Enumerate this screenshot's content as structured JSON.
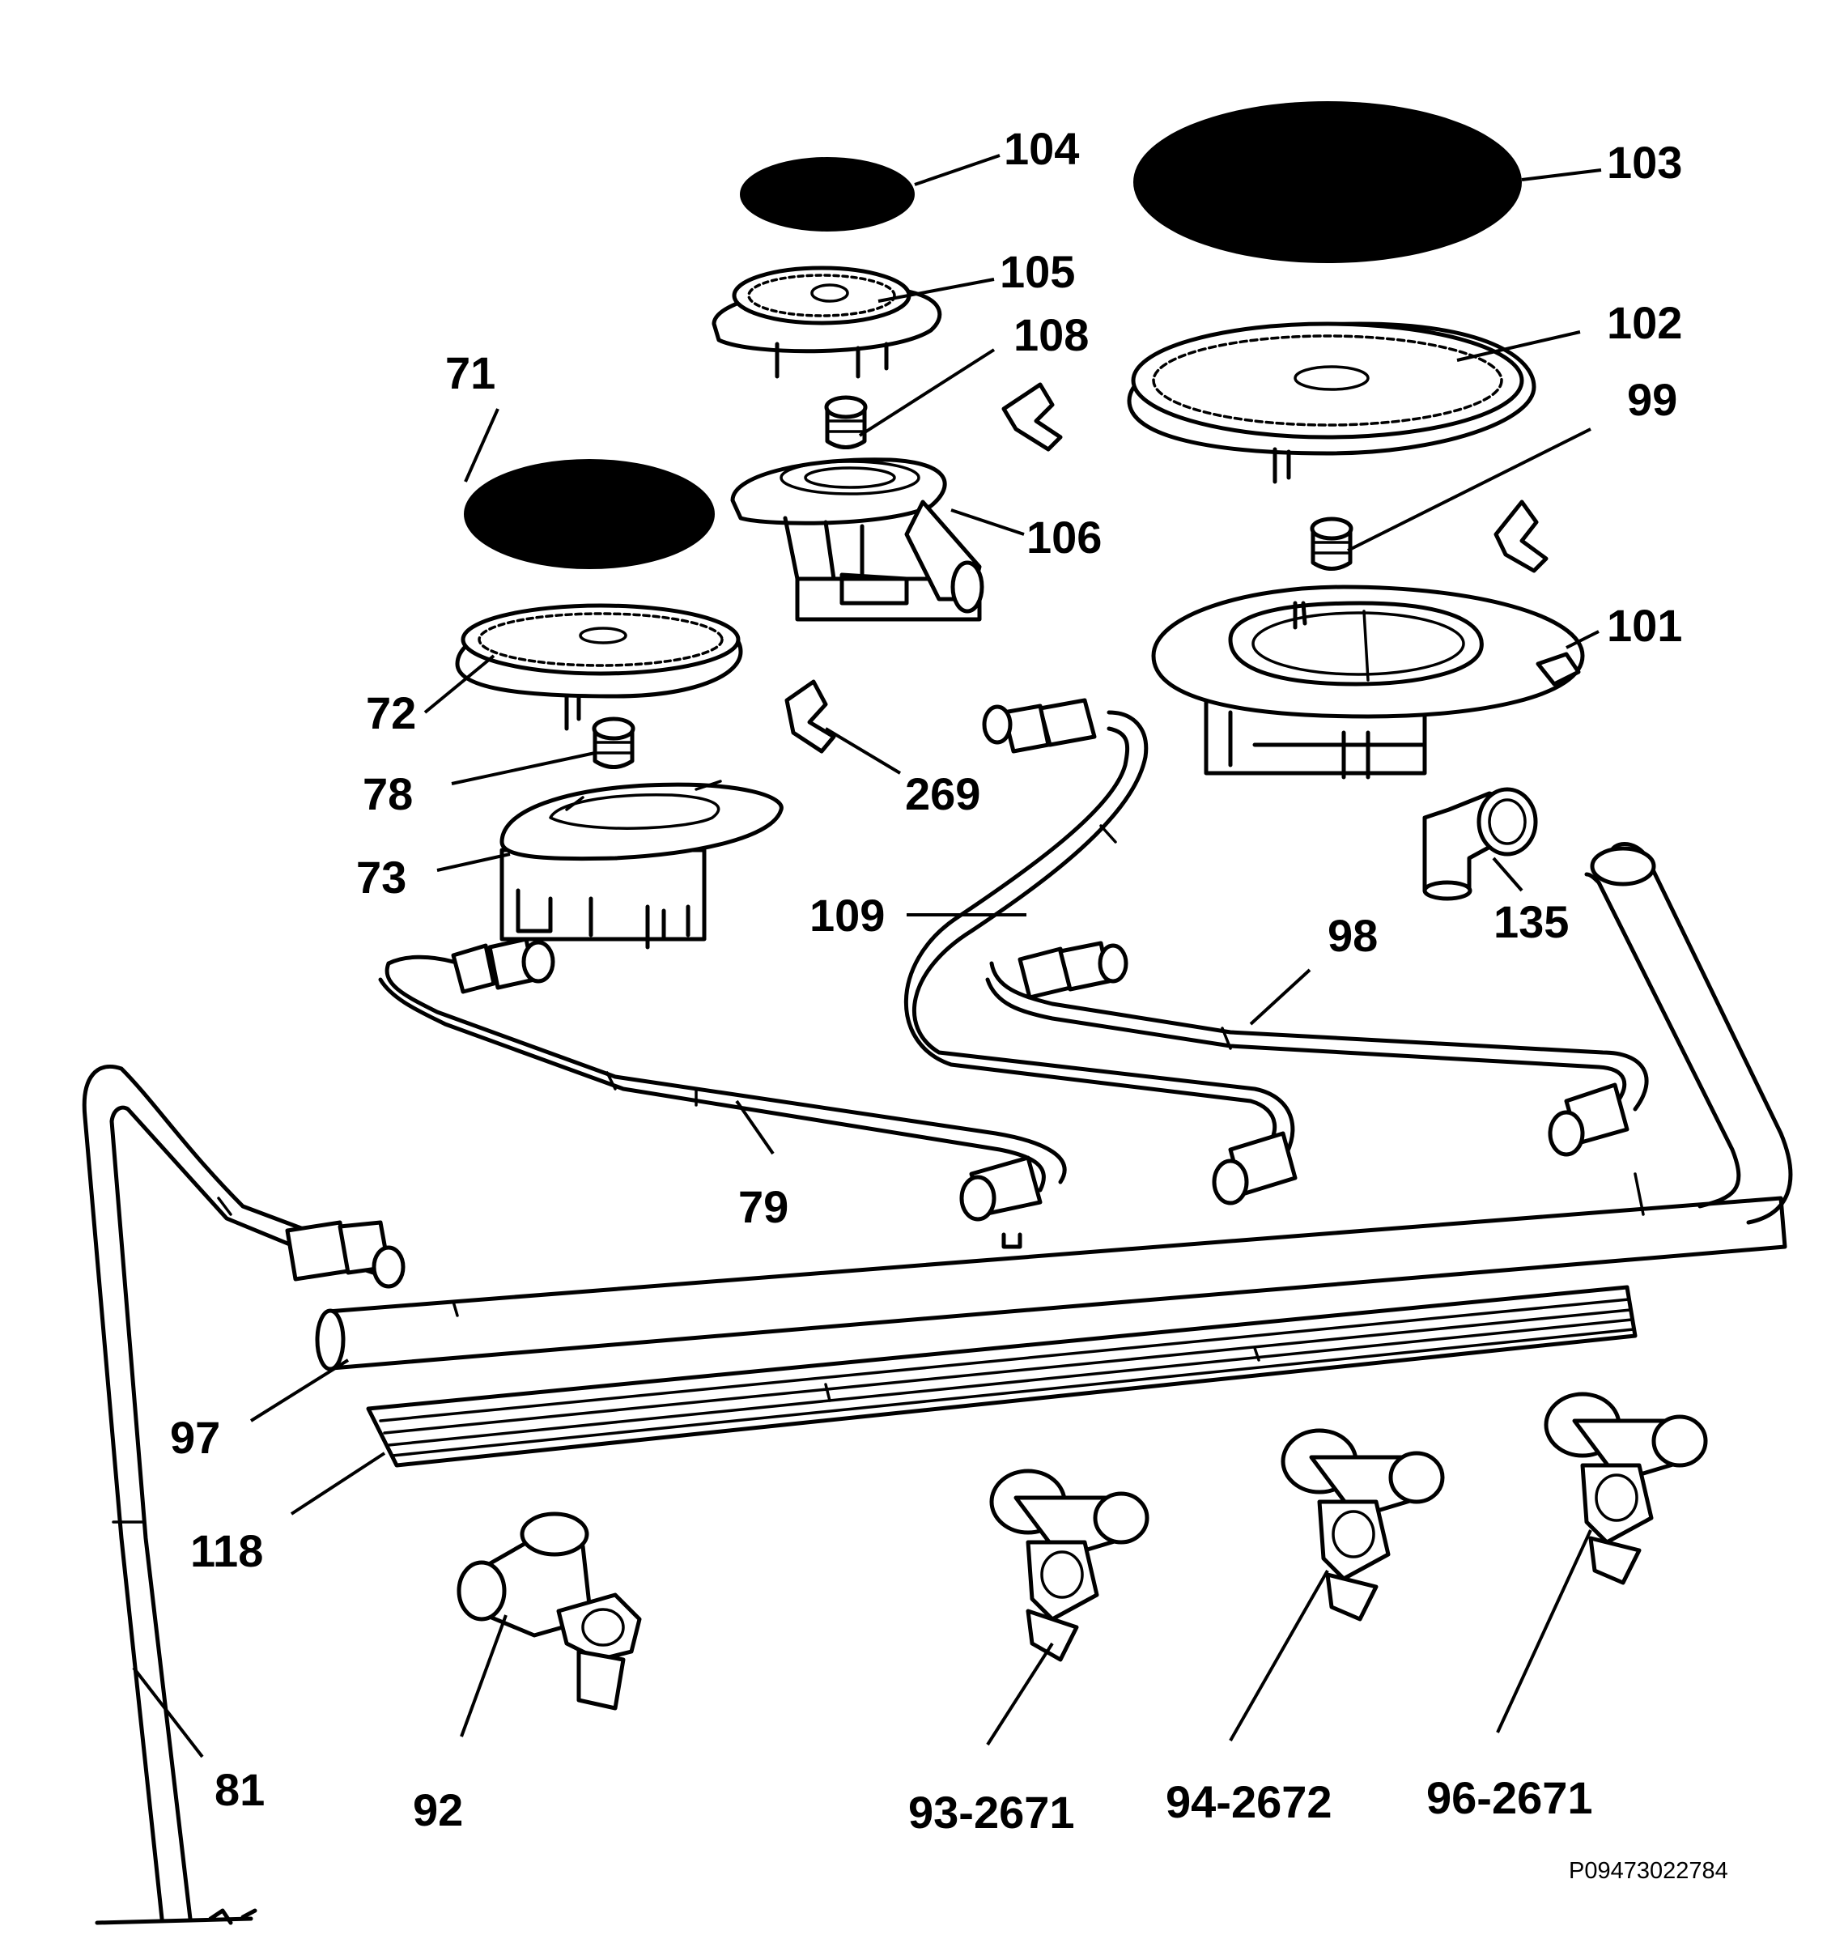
{
  "diagram": {
    "labels": {
      "l104": "104",
      "l103": "103",
      "l105": "105",
      "l108": "108",
      "l102": "102",
      "l71": "71",
      "l99": "99",
      "l106": "106",
      "l101": "101",
      "l72": "72",
      "l78": "78",
      "l269": "269",
      "l73": "73",
      "l109": "109",
      "l98": "98",
      "l135": "135",
      "l79": "79",
      "l97": "97",
      "l118": "118",
      "l81": "81",
      "l92": "92",
      "l93": "93-2671",
      "l94": "94-2672",
      "l96": "96-2671"
    },
    "reference": "P09473022784"
  }
}
